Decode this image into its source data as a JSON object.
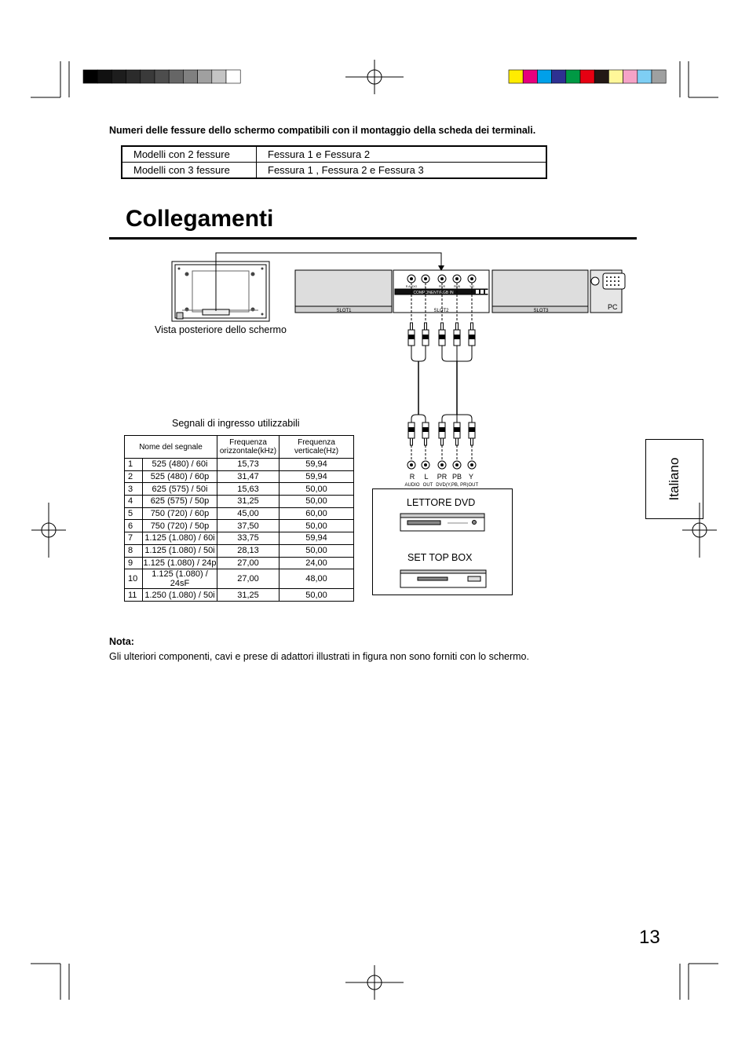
{
  "intro": "Numeri delle fessure dello schermo compatibili con il montaggio della scheda dei terminali.",
  "slot_table": {
    "rows": [
      [
        "Modelli con 2 fessure",
        "Fessura 1  e Fessura 2"
      ],
      [
        "Modelli con 3 fessure",
        "Fessura 1 , Fessura 2  e Fessura 3"
      ]
    ]
  },
  "title": "Collegamenti",
  "diagram": {
    "rear_view_label": "Vista posteriore dello schermo",
    "slot_labels": [
      "SLOT1",
      "SLOT2",
      "SLOT3"
    ],
    "pc_label": "PC",
    "panel_band_text": "COMPONENT/RGB IN",
    "jack_tiny": [
      "R AUDIO",
      "L",
      "PR/R",
      "PB/B",
      "Y/G"
    ],
    "out_labels": {
      "r": "R",
      "l": "L",
      "pr": "PR",
      "pb": "PB",
      "y": "Y",
      "audio": "AUDIO",
      "out": "OUT",
      "dvdy": "DVD(Y,",
      "pbpr": "PB, PR)OUT"
    },
    "device_dvd": "LETTORE DVD",
    "device_stb": "SET TOP BOX"
  },
  "signals": {
    "caption": "Segnali di ingresso utilizzabili",
    "headers": [
      "Nome del segnale",
      "Frequenza orizzontale(kHz)",
      "Frequenza verticale(Hz)"
    ],
    "rows": [
      [
        "1",
        "525 (480) / 60i",
        "15,73",
        "59,94"
      ],
      [
        "2",
        "525 (480) / 60p",
        "31,47",
        "59,94"
      ],
      [
        "3",
        "625 (575) / 50i",
        "15,63",
        "50,00"
      ],
      [
        "4",
        "625 (575) / 50p",
        "31,25",
        "50,00"
      ],
      [
        "5",
        "750 (720) / 60p",
        "45,00",
        "60,00"
      ],
      [
        "6",
        "750 (720) / 50p",
        "37,50",
        "50,00"
      ],
      [
        "7",
        "1.125 (1.080) / 60i",
        "33,75",
        "59,94"
      ],
      [
        "8",
        "1.125 (1.080) / 50i",
        "28,13",
        "50,00"
      ],
      [
        "9",
        "1.125 (1.080) / 24p",
        "27,00",
        "24,00"
      ],
      [
        "10",
        "1.125 (1.080) / 24sF",
        "27,00",
        "48,00"
      ],
      [
        "11",
        "1.250 (1.080) / 50i",
        "31,25",
        "50,00"
      ]
    ]
  },
  "side_tab": "Italiano",
  "nota": {
    "heading": "Nota:",
    "text": "Gli ulteriori componenti, cavi e prese di adattori illustrati in figura non sono forniti con lo schermo."
  },
  "page_number": "13",
  "colors": {
    "gray_bar": [
      "#000000",
      "#111111",
      "#1d1d1d",
      "#2b2b2b",
      "#3a3a3a",
      "#4d4d4d",
      "#666666",
      "#808080",
      "#a0a0a0",
      "#c4c4c4",
      "#ffffff"
    ],
    "color_bar": [
      "#ffec00",
      "#e6007e",
      "#00a0e9",
      "#2e3192",
      "#009944",
      "#e60012",
      "#231815",
      "#fff799",
      "#f5a3c7",
      "#7ecef4",
      "#9fa0a0"
    ]
  }
}
